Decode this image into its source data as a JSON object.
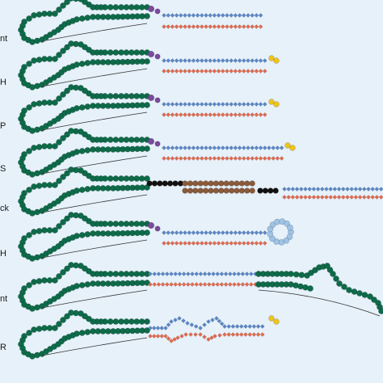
{
  "colors": {
    "background": "#e6f1fa",
    "green_bead": "#0e6b4a",
    "blue_diamond": "#5b86c4",
    "red_diamond": "#e06a4e",
    "purple_bead": "#7a4a9c",
    "yellow_cap": "#f0c419",
    "black_bead": "#111111",
    "brown_bead": "#8a5a3a",
    "light_blue_bead": "#9fc3e6"
  },
  "rows": [
    {
      "label": "nt"
    },
    {
      "label": "H"
    },
    {
      "label": "P"
    },
    {
      "label": "S"
    },
    {
      "label": "ck"
    },
    {
      "label": "H"
    },
    {
      "label": "nt"
    },
    {
      "label": "R"
    }
  ]
}
